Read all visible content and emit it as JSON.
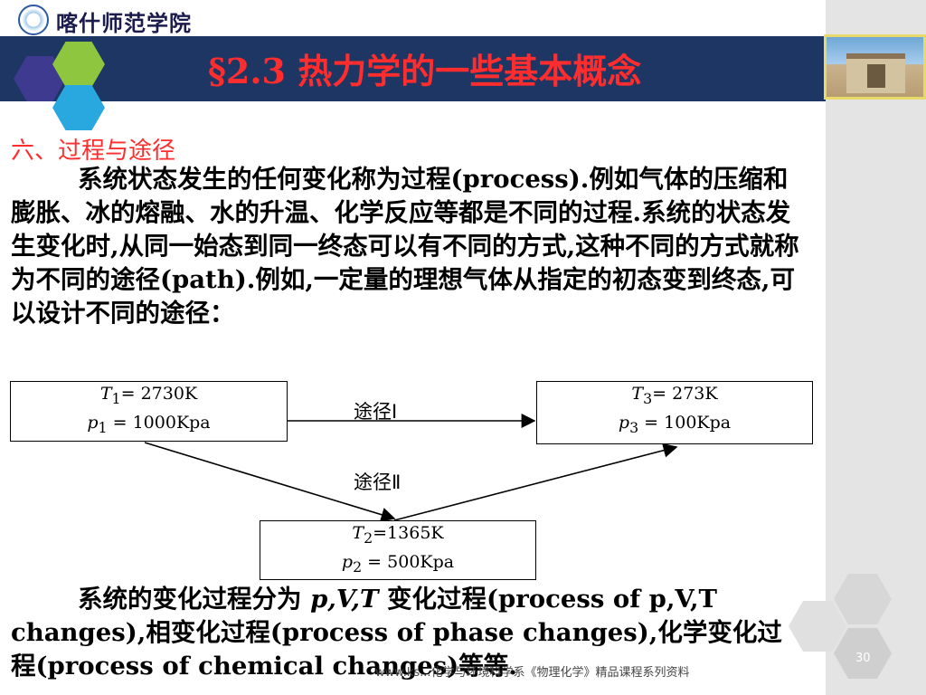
{
  "header": {
    "school_name": "喀什师范学院",
    "title": "§2.3 热力学的一些基本概念"
  },
  "section": {
    "heading": "六、过程与途径",
    "para1": "系统状态发生的任何变化称为过程(process).例如气体的压缩和膨胀、冰的熔融、水的升温、化学反应等都是不同的过程.系统的状态发生变化时,从同一始态到同一终态可以有不同的方式,这种不同的方式就称为不同的途径(path).例如,一定量的理想气体从指定的初态变到终态,可以设计不同的途径：",
    "para2_prefix": "系统的变化过程分为 ",
    "para2_vars": "p,V,T",
    "para2_suffix": " 变化过程(process of p,V,T changes),相变化过程(process of phase changes),化学变化过程(process of chemical changes)等等."
  },
  "diagram": {
    "state1": {
      "t_sym": "T",
      "t_sub": "1",
      "t_val": "= 2730K",
      "p_sym": "p",
      "p_sub": "1",
      "p_val": " = 1000Kpa"
    },
    "state3": {
      "t_sym": "T",
      "t_sub": "3",
      "t_val": "= 273K",
      "p_sym": "p",
      "p_sub": "3",
      "p_val": " = 100Kpa"
    },
    "state2": {
      "t_sym": "T",
      "t_sub": "2",
      "t_val": "=1365K",
      "p_sym": "p",
      "p_sub": "2",
      "p_val": " = 500Kpa"
    },
    "path1_label": "途径Ⅰ",
    "path2_label": "途径Ⅱ"
  },
  "footer": {
    "text": "www.ks...化学与环境科学系《物理化学》精品课程系列资料",
    "page_number": "30"
  },
  "colors": {
    "title_bar": "#1d3664",
    "title_text": "#ff2d2d",
    "heading": "#ff2d2d",
    "side_panel": "#e4e4e4"
  }
}
